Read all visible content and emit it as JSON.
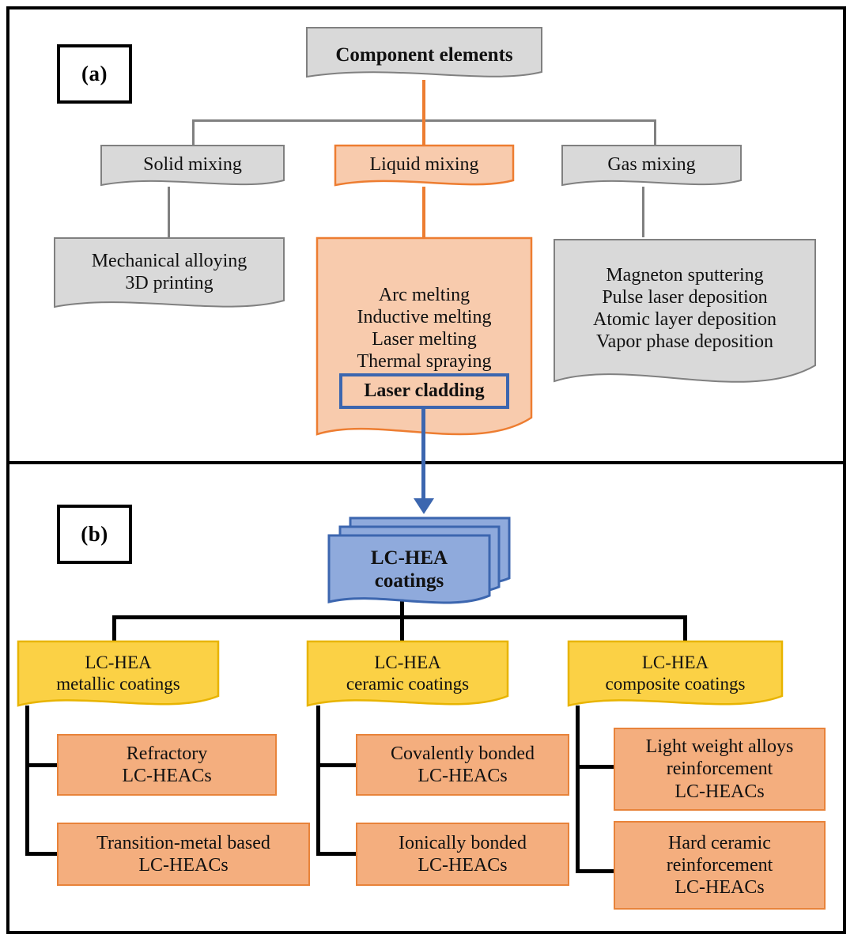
{
  "figure": {
    "panels": [
      {
        "tag": "(a)",
        "name": "panel-a"
      },
      {
        "tag": "(b)",
        "name": "panel-b"
      }
    ]
  },
  "colors": {
    "gray_fill": "#D9D9D9",
    "gray_stroke": "#808080",
    "peach_fill": "#F8CBAD",
    "orange_stroke": "#ED7D31",
    "salmon_fill": "#F4AE7E",
    "salmon_stroke": "#E8833A",
    "yellow_fill": "#FBD145",
    "yellow_stroke": "#E8B400",
    "blue_fill": "#8FAADC",
    "blue_stroke": "#3C66AF",
    "black": "#000000"
  },
  "panel_a": {
    "root": {
      "label": "Component elements"
    },
    "branches": [
      {
        "label": "Solid mixing",
        "highlight": false
      },
      {
        "label": "Liquid mixing",
        "highlight": true
      },
      {
        "label": "Gas mixing",
        "highlight": false
      }
    ],
    "solid_methods": [
      "Mechanical  alloying",
      "3D printing"
    ],
    "liquid_methods": [
      "Arc melting",
      "Inductive melting",
      "Laser  melting",
      "Thermal  spraying"
    ],
    "liquid_highlighted_method": "Laser cladding",
    "gas_methods": [
      "Magneton sputtering",
      "Pulse laser deposition",
      "Atomic layer deposition",
      "Vapor phase deposition"
    ]
  },
  "panel_b": {
    "root": {
      "line1": "LC-HEA",
      "line2": "coatings"
    },
    "categories": [
      {
        "title_line1": "LC-HEA",
        "title_line2": "metallic coatings",
        "children": [
          {
            "line1": "Refractory",
            "line2": "LC-HEACs",
            "line3": ""
          },
          {
            "line1": "Transition-metal based",
            "line2": "LC-HEACs",
            "line3": ""
          }
        ]
      },
      {
        "title_line1": "LC-HEA",
        "title_line2": "ceramic  coatings",
        "children": [
          {
            "line1": "Covalently bonded",
            "line2": "LC-HEACs",
            "line3": ""
          },
          {
            "line1": "Ionically bonded",
            "line2": "LC-HEACs",
            "line3": ""
          }
        ]
      },
      {
        "title_line1": "LC-HEA",
        "title_line2": "composite coatings",
        "children": [
          {
            "line1": "Light weight alloys",
            "line2": "reinforcement",
            "line3": "LC-HEACs"
          },
          {
            "line1": "Hard ceramic",
            "line2": "reinforcement",
            "line3": "LC-HEACs"
          }
        ]
      }
    ]
  }
}
